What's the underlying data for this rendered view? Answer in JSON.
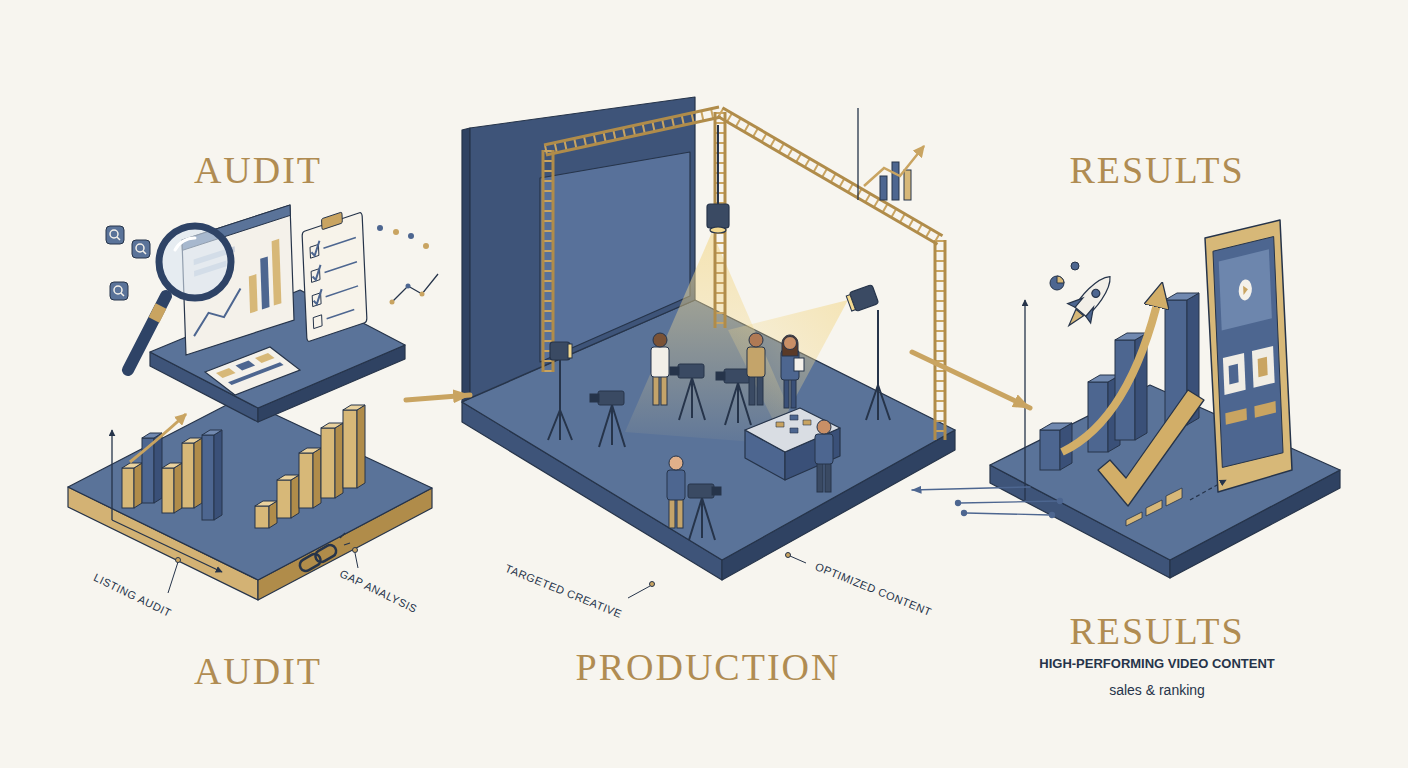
{
  "diagram": {
    "nodes": [
      {
        "text": [
          "AUDIT",
          "AUDIT"
        ]
      },
      {
        "text": [
          "PRODUCTION"
        ]
      },
      {
        "text": [
          "RESULTS",
          "RESULTS",
          "HIGH-PERFORMING VIDEO CONTENT",
          "sales & ranking"
        ]
      }
    ],
    "edges": [
      {
        "from": 0,
        "to": 1,
        "arrow": "to"
      },
      {
        "from": 1,
        "to": 2,
        "arrow": "to"
      },
      {
        "from": 2,
        "to": 1,
        "arrow": "to"
      }
    ],
    "labels": [
      "LISTING AUDIT",
      "GAP ANALYSIS",
      "TARGETED CREATIVE",
      "OPTIMIZED CONTENT"
    ]
  }
}
